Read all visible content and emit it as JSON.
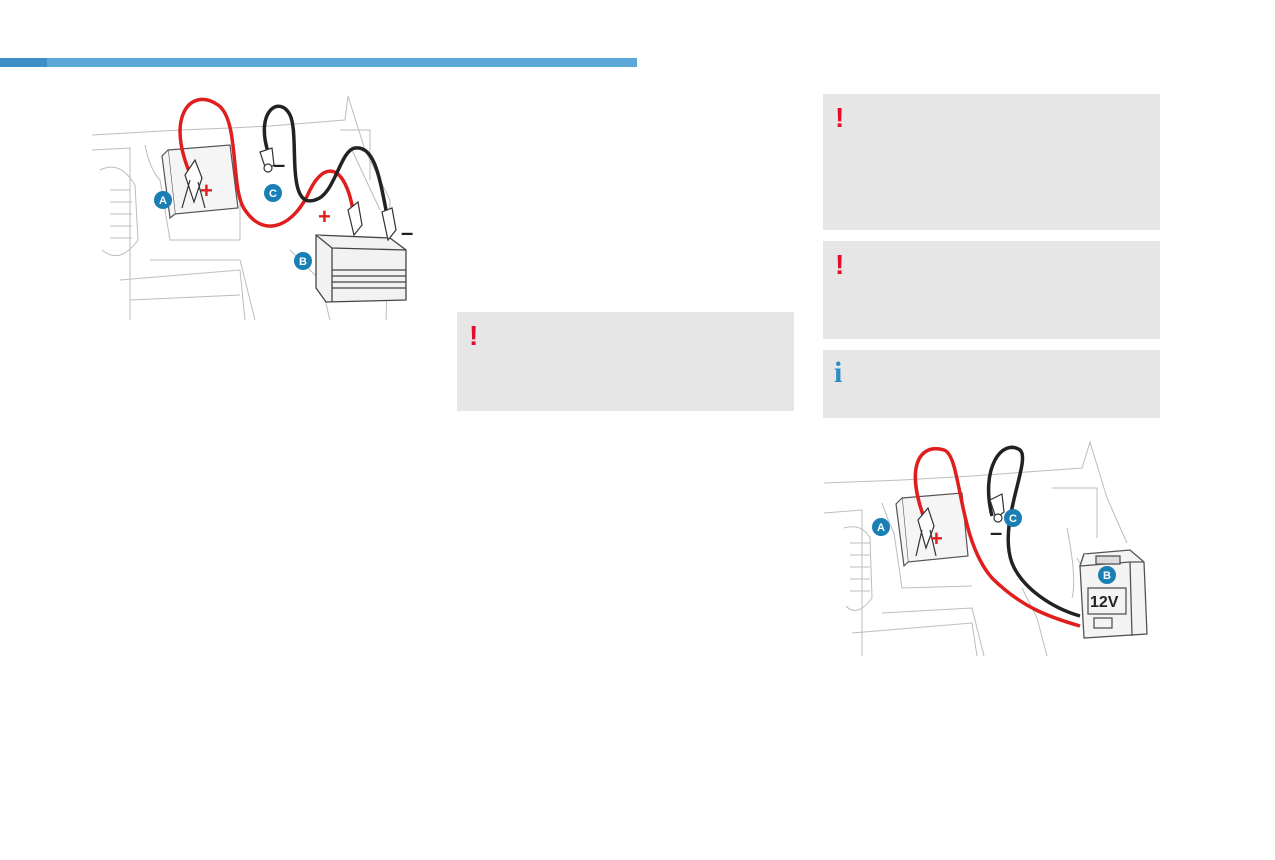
{
  "colors": {
    "accent_bar": "#5aa7d9",
    "accent_bar_dark": "#3e8fc8",
    "note_bg": "#e6e6e6",
    "warning": "#e30d2b",
    "info": "#2e8ac9",
    "callout": "#1a7fb4",
    "cable_positive": "#e01e1e",
    "cable_negative": "#222222"
  },
  "notes": [
    {
      "type": "warning",
      "icon": "exclamation-icon",
      "symbol": "!"
    },
    {
      "type": "warning",
      "icon": "exclamation-icon",
      "symbol": "!"
    },
    {
      "type": "warning",
      "icon": "exclamation-icon",
      "symbol": "!"
    },
    {
      "type": "info",
      "icon": "info-icon",
      "symbol": "i"
    }
  ],
  "figure_1": {
    "callouts": [
      "A",
      "B",
      "C"
    ],
    "polarity": {
      "positive": "+",
      "negative": "–"
    }
  },
  "figure_2": {
    "callouts": [
      "A",
      "B",
      "C"
    ],
    "polarity": {
      "positive": "+",
      "negative": "–"
    },
    "charger_voltage": "12V"
  }
}
